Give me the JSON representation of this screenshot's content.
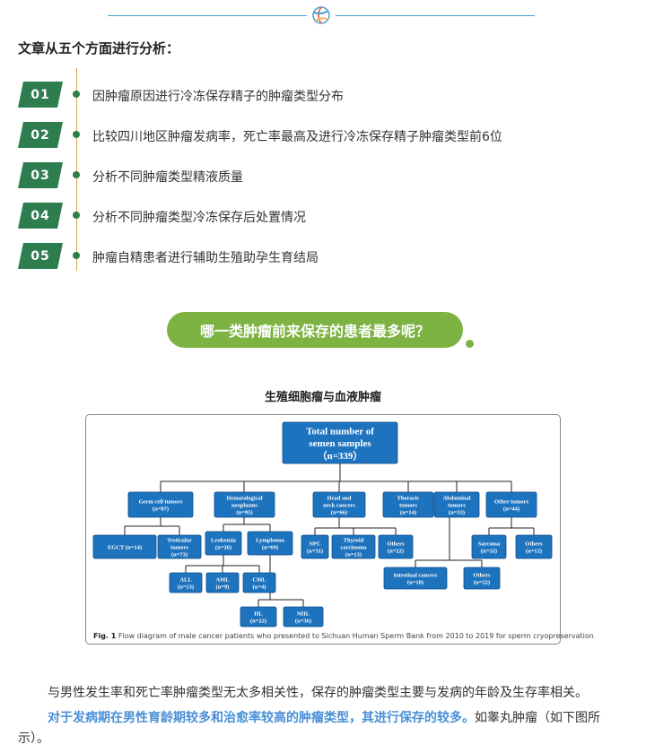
{
  "header": {
    "title": "文章从五个方面进行分析："
  },
  "analysis_items": [
    {
      "number": "01",
      "text": "因肿瘤原因进行冷冻保存精子的肿瘤类型分布"
    },
    {
      "number": "02",
      "text": "比较四川地区肿瘤发病率，死亡率最高及进行冷冻保存精子肿瘤类型前6位"
    },
    {
      "number": "03",
      "text": "分析不同肿瘤类型精液质量"
    },
    {
      "number": "04",
      "text": "分析不同肿瘤类型冷冻保存后处置情况"
    },
    {
      "number": "05",
      "text": "肿瘤自精患者进行辅助生殖助孕生育结局"
    }
  ],
  "section_banner": {
    "text": "哪一类肿瘤前来保存的患者最多呢？"
  },
  "figure": {
    "title": "生殖细胞瘤与血液肿瘤",
    "caption_label": "Fig. 1",
    "caption_text": " Flow diagram of male cancer patients who presented to Sichuan Human Sperm Bank from 2010 to 2019 for sperm cryopreservation",
    "nodes": {
      "root": [
        "Total number of",
        "semen samples",
        "（n=339）"
      ],
      "gct": [
        "Germ cell tumors",
        "(n=87)"
      ],
      "heme": [
        "Hematological",
        "neoplasms",
        "(n=95)"
      ],
      "headneck": [
        "Head and",
        "neck cancers",
        "(n=66)"
      ],
      "thoracic": [
        "Thoracic",
        "tumors",
        "(n=14)"
      ],
      "abdominal": [
        "Abdominal",
        "tumors",
        "(n=33)"
      ],
      "othertumors": [
        "Other tumors",
        "(n=44)"
      ],
      "egct": [
        "EGCT  (n=14)"
      ],
      "testicular": [
        "Testicular",
        "tumors",
        "(n=73)"
      ],
      "leukemia": [
        "Leukemia",
        "(n=26)"
      ],
      "lymphoma": [
        "Lymphoma",
        "(n=69)"
      ],
      "npc": [
        "NPC",
        "(n=31)"
      ],
      "thyroid": [
        "Thyroid",
        "carcinoma",
        "(n=13)"
      ],
      "others_hn": [
        "Others",
        "(n=22)"
      ],
      "sarcoma": [
        "Sarcoma",
        "(n=32)"
      ],
      "others_ot": [
        "Others",
        "(n=12)"
      ],
      "all": [
        "ALL",
        "(n=13)"
      ],
      "aml": [
        "AML",
        "(n=9)"
      ],
      "cml": [
        "CML",
        "(n=4)"
      ],
      "intestinal": [
        "Intestinal cancers",
        "(n=18)"
      ],
      "others_ab": [
        "Others",
        "(n=22)"
      ],
      "hl": [
        "HL",
        "(n=22)"
      ],
      "nhl": [
        "NHL",
        "(n=36)"
      ]
    }
  },
  "paragraph1": "与男性发生率和死亡率肿瘤类型无太多相关性，保存的肿瘤类型主要与发病的年龄及生存率相关。",
  "paragraph2_highlight": "对于发病期在男性育龄期较多和治愈率较高的肿瘤类型，其进行保存的较多。",
  "paragraph2_rest_line1": "如睾丸肿瘤（如下图所",
  "paragraph2_rest_line2": "示）。",
  "colors": {
    "badge": "#2e7d4f",
    "pill": "#7cb342",
    "node": "#1e73be",
    "highlight": "#4a8fd6",
    "rule": "#4a9fd0"
  }
}
